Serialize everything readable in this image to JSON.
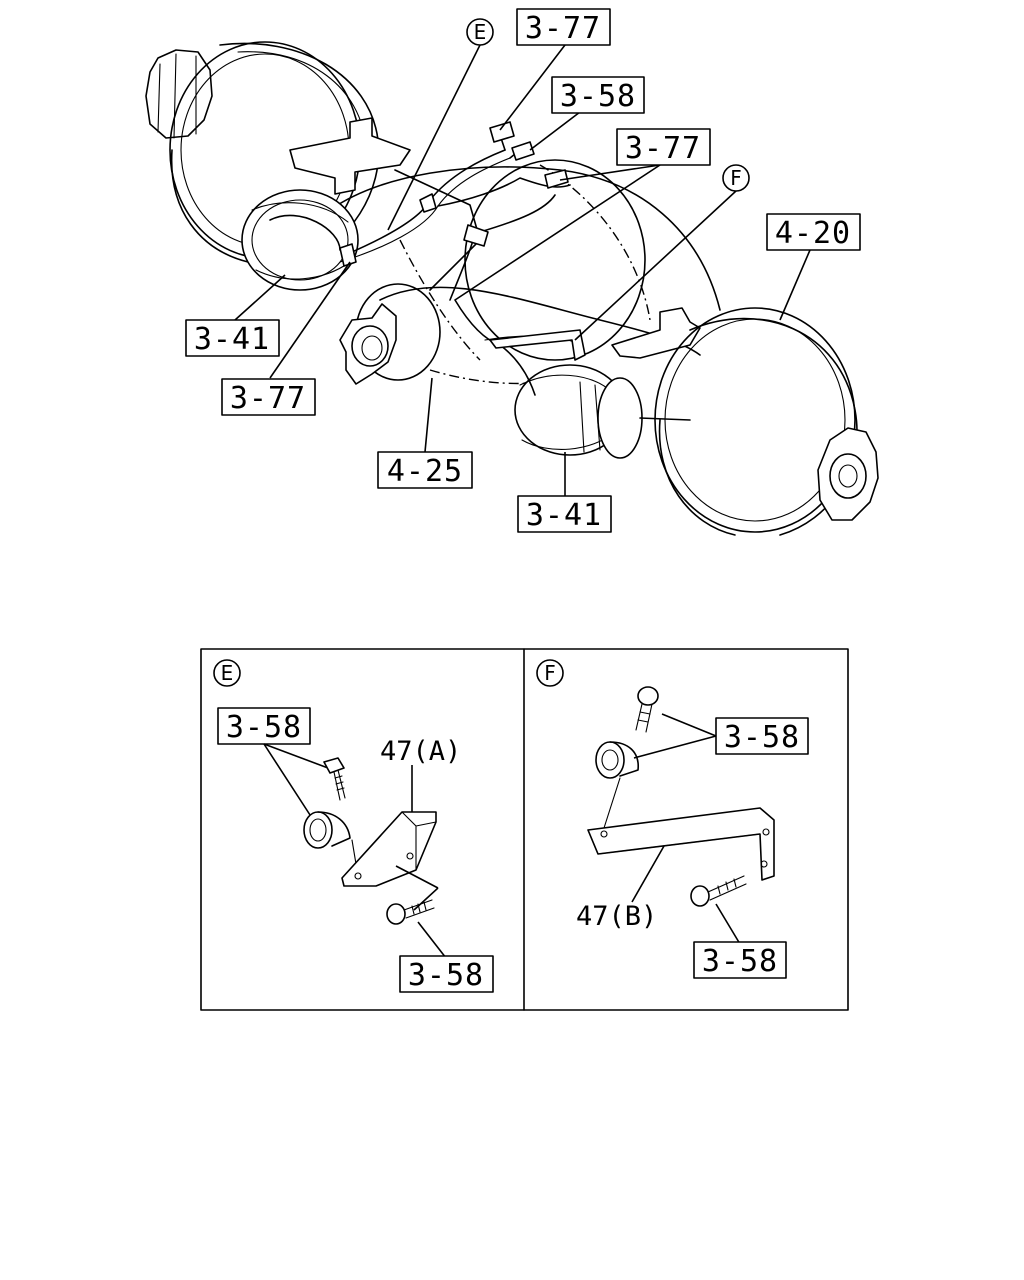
{
  "callouts": {
    "c_3_77_top": "3-77",
    "c_3_58_top": "3-58",
    "c_3_77_right": "3-77",
    "c_4_20": "4-20",
    "c_3_41_left": "3-41",
    "c_3_77_left": "3-77",
    "c_4_25": "4-25",
    "c_3_41_bottom": "3-41",
    "detail_e_3_58_top": "3-58",
    "detail_e_3_58_bottom": "3-58",
    "detail_f_3_58_top": "3-58",
    "detail_f_3_58_bottom": "3-58"
  },
  "detail_markers": {
    "e": "E",
    "f": "F"
  },
  "part_refs": {
    "bracket_a": "47(A)",
    "bracket_b": "47(B)"
  }
}
